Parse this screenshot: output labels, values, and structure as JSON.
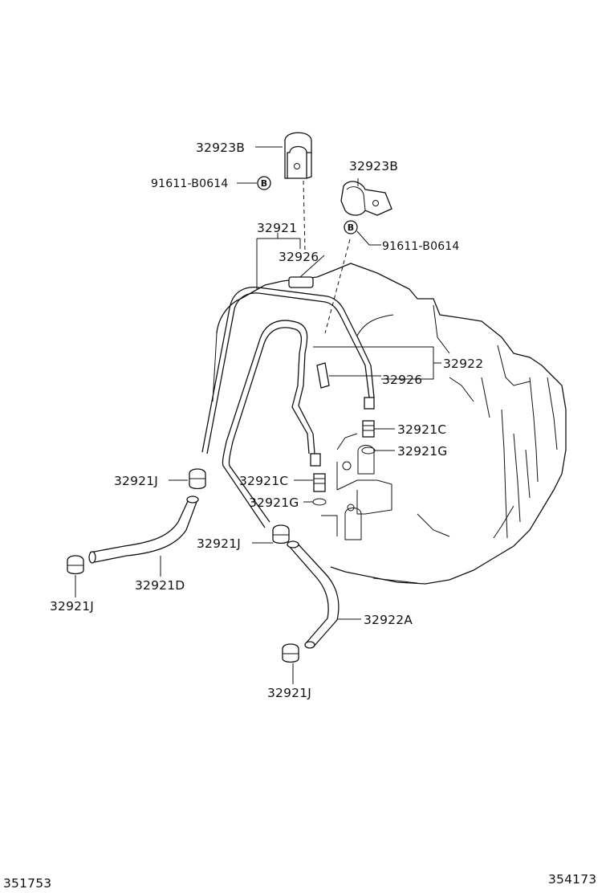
{
  "labels": {
    "bracket_top": "32923B",
    "bracket_right": "32923B",
    "bolt_left": "91611-B0614",
    "bolt_right": "91611-B0614",
    "bolt_symbol": "B",
    "pipe_32921": "32921",
    "sleeve_upper": "32926",
    "pipe_32922": "32922",
    "sleeve_lower": "32926",
    "union_right": "32921C",
    "gasket_right": "32921G",
    "union_left": "32921C",
    "gasket_left": "32921G",
    "clip_upper_left": "32921J",
    "clip_middle": "32921J",
    "hose_d": "32921D",
    "clip_lower_left": "32921J",
    "hose_a": "32922A",
    "clip_bottom": "32921J"
  },
  "footer": {
    "left_code": "351753",
    "right_code": "354173"
  }
}
